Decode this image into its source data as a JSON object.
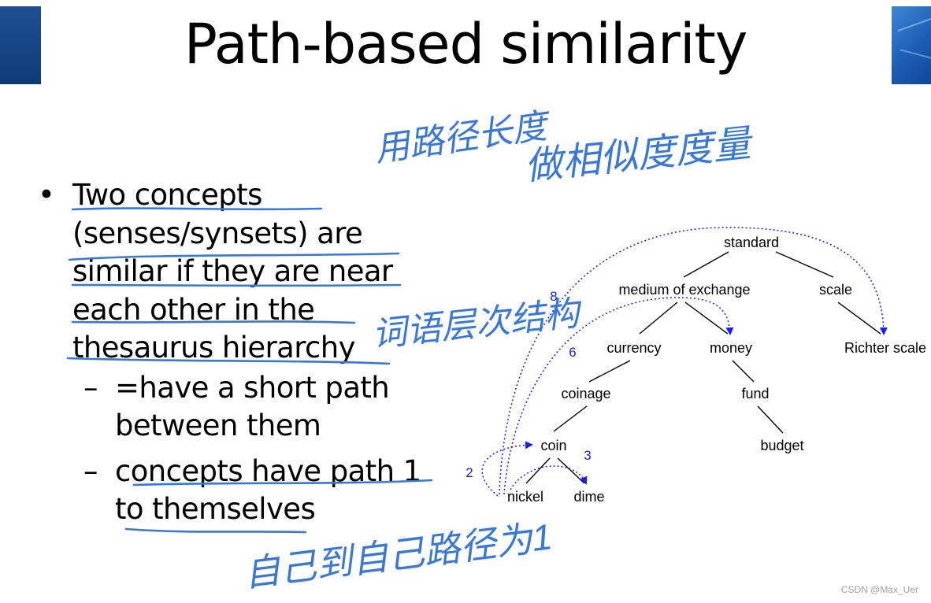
{
  "slide": {
    "title": "Path-based similarity",
    "bullet_marker": "•",
    "sub_marker": "–",
    "bullets": {
      "main": {
        "lines": [
          "Two concepts",
          "(senses/synsets) are",
          "similar if they are near",
          "each other in the",
          "thesaurus hierarchy"
        ]
      },
      "sub1": {
        "lines": [
          "=have a short path",
          "between them"
        ]
      },
      "sub2": {
        "lines": [
          "concepts have path 1",
          "to themselves"
        ]
      }
    },
    "tree": {
      "nodes": {
        "standard": "standard",
        "medium": "medium of exchange",
        "scale": "scale",
        "currency": "currency",
        "money": "money",
        "richter": "Richter scale",
        "coinage": "coinage",
        "fund": "fund",
        "coin": "coin",
        "budget": "budget",
        "nickel": "nickel",
        "dime": "dime"
      },
      "path_labels": {
        "eight": "8",
        "six": "6",
        "two": "2",
        "three": "3"
      }
    },
    "handwriting_notes": [
      "用路径长度",
      "做相似度度量",
      "词语层次结构",
      "自己到自己路径为1"
    ],
    "colors": {
      "ink": "#3a78d8",
      "arrow": "#1a1aff",
      "corner_left": "#1f4f93",
      "corner_right": "#2f74c9"
    },
    "watermark": "CSDN @Max_Uer"
  }
}
